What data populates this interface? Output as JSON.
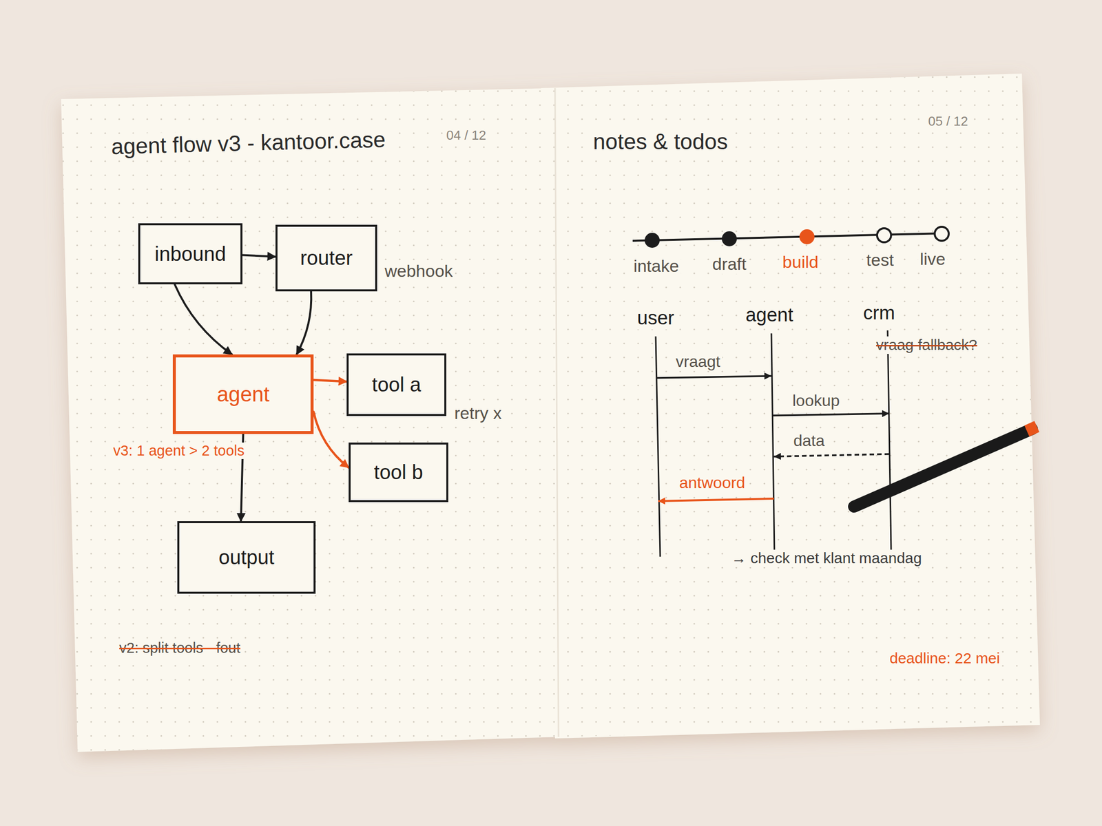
{
  "diagram": {
    "title": "agent flow v3 - kantoor.case",
    "nodes": [
      {
        "text": [
          "inbound"
        ]
      },
      {
        "text": [
          "router"
        ]
      },
      {
        "text": [
          "agent"
        ]
      },
      {
        "text": [
          "tool a"
        ]
      },
      {
        "text": [
          "tool b"
        ]
      },
      {
        "text": [
          "output"
        ]
      }
    ],
    "edges": [
      {
        "from": 0,
        "to": 1,
        "arrow": "to"
      },
      {
        "from": 0,
        "to": 2,
        "arrow": "to"
      },
      {
        "from": 1,
        "to": 2,
        "arrow": "to"
      },
      {
        "from": 2,
        "to": 3,
        "arrow": "to"
      },
      {
        "from": 2,
        "to": 4,
        "arrow": "to"
      },
      {
        "from": 2,
        "to": 5,
        "arrow": "to"
      }
    ],
    "labels": [
      "04 / 12",
      "webhook",
      "retry x",
      "v3: 1 agent > 2 tools",
      "v2: split tools - fout",
      "notes & todos",
      "05 / 12",
      "intake",
      "draft",
      "build",
      "test",
      "live",
      "user",
      "agent",
      "crm",
      "vraag fallback?",
      "vraagt",
      "lookup",
      "data",
      "antwoord",
      "→ check met klant maandag",
      "deadline: 22 mei"
    ]
  }
}
